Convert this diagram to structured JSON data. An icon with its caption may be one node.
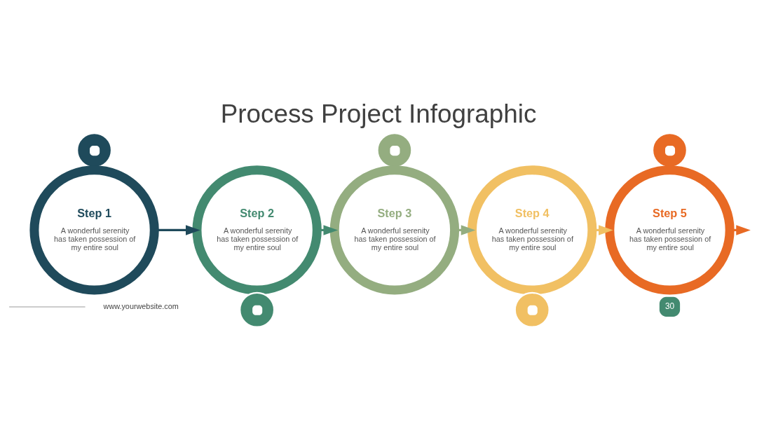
{
  "diagram": {
    "title": "Process Project Infographic",
    "nodes": [
      {
        "text": [],
        "shape": "picture"
      },
      {
        "text": [
          "Step 1",
          "A wonderful serenity has taken possession of my entire soul"
        ]
      },
      {
        "text": [
          "Step 2",
          "A wonderful serenity has taken possession of my entire soul"
        ]
      },
      {
        "text": [],
        "shape": "picture"
      },
      {
        "text": [],
        "shape": "picture"
      },
      {
        "text": [
          "Step 3",
          "A wonderful serenity has taken possession of my entire soul"
        ]
      },
      {
        "text": [
          "Step 4",
          "A wonderful serenity has taken possession of my entire soul"
        ]
      },
      {
        "text": [],
        "shape": "picture"
      },
      {
        "text": [],
        "shape": "picture"
      },
      {
        "text": [
          "Step 5",
          "A wonderful serenity has taken possession of my entire soul"
        ]
      }
    ],
    "edges": [
      {
        "from": 1,
        "to": 2,
        "arrow": "to",
        "color": "#1f4a5b"
      },
      {
        "from": 2,
        "to": 5,
        "arrow": "to",
        "color": "#438a70"
      },
      {
        "from": 5,
        "to": 6,
        "arrow": "to",
        "color": "#94ad80"
      },
      {
        "from": 6,
        "to": 9,
        "arrow": "to",
        "color": "#f1c063"
      },
      {
        "from": 9,
        "to": null,
        "arrow": "to",
        "color": "#e86a24"
      }
    ],
    "labels": [
      "www.yourwebsite.com",
      "30"
    ]
  }
}
